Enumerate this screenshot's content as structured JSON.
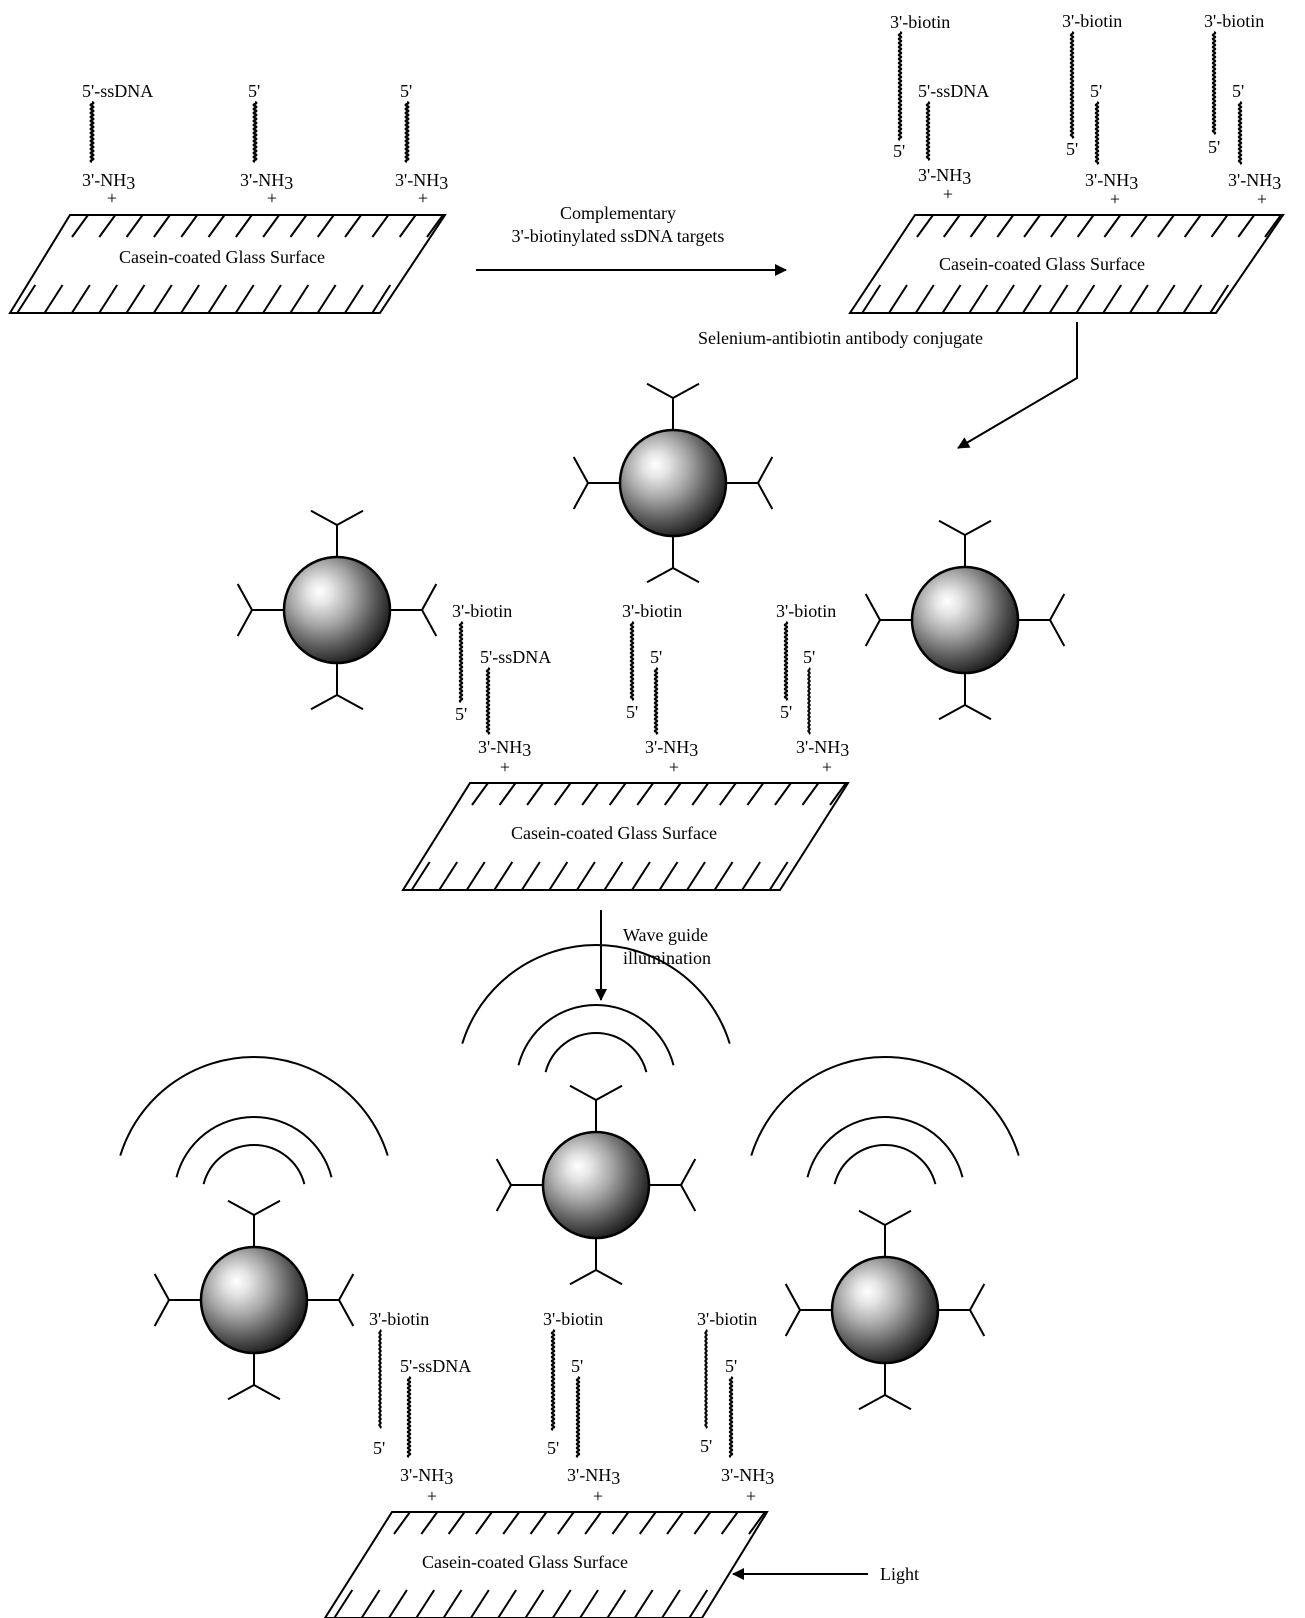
{
  "labels": {
    "surface": "Casein-coated Glass Surface",
    "ssdna_5": "5'-ssDNA",
    "five_prime": "5'",
    "three_nh": "3'-NH",
    "nh_sub": "3",
    "plus": "+",
    "biotin": "3'-biotin"
  },
  "steps": {
    "hybridization": {
      "line1": "Complementary",
      "line2": "3'-biotinylated ssDNA targets"
    },
    "conjugate": "Selenium-antibiotin antibody conjugate",
    "illumination": {
      "line1": "Wave guide",
      "line2": "illumination"
    },
    "light": "Light"
  },
  "colors": {
    "ink": "#000000",
    "bead_light": "#ffffff",
    "bead_dark": "#1e1e1e"
  }
}
